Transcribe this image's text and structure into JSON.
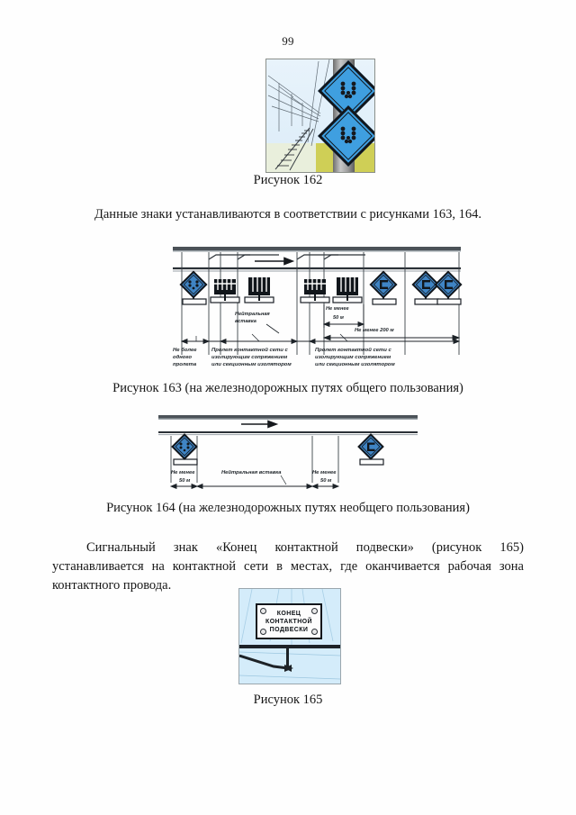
{
  "document": {
    "page_number": "99",
    "language": "ru"
  },
  "figure_162": {
    "caption": "Рисунок 162",
    "alt": "Опора контактной сети с двумя ромбовидными синими сигнальными знаками",
    "colors": {
      "sign_fill": "#3f9fe0",
      "sign_border": "#12161c",
      "sky": "#e8f3fb",
      "ground": "#cfcf56",
      "pole": "#9a9a9a"
    }
  },
  "paragraph_1": {
    "text": "Данные знаки устанавливаются в соответствии с рисунками 163, 164."
  },
  "figure_163": {
    "caption": "Рисунок 163 (на железнодорожных путях общего пользования)",
    "labels": {
      "neutral_insert": "Нейтральная вставка",
      "not_less_50": "Не менее",
      "not_less_50_value": "50 м",
      "not_less_200": "Не менее 200 м",
      "left_block": "Не более одного пролета",
      "mid_block": "Пролет контактной сети с изолирующим сопряжением или секционным изолятором",
      "right_block": "Пролет контактной сети с изолирующим сопряжением или секционным изолятором"
    },
    "left_block_lines": [
      "Не более",
      "одного",
      "пролета"
    ],
    "mid_block_lines": [
      "Пролет контактной сети с",
      "изолирующим сопряжением",
      "или секционным изолятором"
    ],
    "right_block_lines": [
      "Пролет контактной сети с",
      "изолирующим сопряжением",
      "или секционным изолятором"
    ],
    "neutral_insert_lines": [
      "Нейтральная",
      "вставка"
    ],
    "sign_fill": "#3f84c4"
  },
  "figure_164": {
    "caption": "Рисунок 164 (на железнодорожных путях необщего пользования)",
    "labels": {
      "left_not_less": "Не менее",
      "left_value": "50 м",
      "neutral_insert": "Нейтральная вставка",
      "right_not_less": "Не менее",
      "right_value": "50 м"
    },
    "sign_fill": "#3f84c4"
  },
  "paragraph_2": {
    "text": "Сигнальный знак «Конец контактной подвески» (рисунок 165) устанавливается на контактной сети в местах, где оканчивается рабочая зона контактного провода."
  },
  "figure_165": {
    "caption": "Рисунок 165",
    "sign_lines": [
      "КОНЕЦ",
      "КОНТАКТНОЙ",
      "ПОДВЕСКИ"
    ],
    "sign_text": "КОНЕЦ КОНТАКТНОЙ ПОДВЕСКИ",
    "colors": {
      "background": "#d4ecfa",
      "plate": "#fdfdfd",
      "plate_border": "#11161b"
    }
  }
}
